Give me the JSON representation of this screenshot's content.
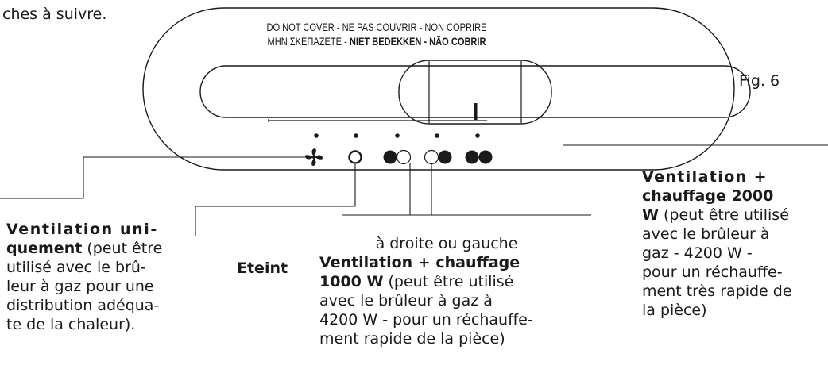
{
  "intro_fragment": "ches à suivre.",
  "figure_label": "Fig. 6",
  "device": {
    "warning_line1": "DO NOT COVER - NE PAS COUVRIR - NON COPRIRE",
    "warning_line2_normal": "MHN ΣKEΠAZETE -",
    "warning_line2_bold": "NIET BEDEKKEN - NÃO COBRIR"
  },
  "labels": {
    "fan_only_bold": "Ventilation uni-",
    "fan_only_bold2": "quement",
    "fan_only_l1": "(peut être",
    "fan_only_l2": "utilisé avec le brû-",
    "fan_only_l3": "leur à gaz pour une",
    "fan_only_l4": "distribution adéqua-",
    "fan_only_l5": "te de la chaleur).",
    "off": "Eteint",
    "heat1000_pre": "à droite ou gauche",
    "heat1000_bold1": "Ventilation + chauffage",
    "heat1000_bold2": "1000 W",
    "heat1000_l2_tail": "(peut être utilisé",
    "heat1000_l3": "avec le brûleur à gaz à",
    "heat1000_l4": "4200 W - pour un réchauffe-",
    "heat1000_l5": "ment rapide de la pièce)",
    "heat2000_bold1": "Ventilation +",
    "heat2000_bold2": "chauffage 2000",
    "heat2000_bold3": "W",
    "heat2000_l3_tail": "(peut être utilisé",
    "heat2000_l4": "avec le brûleur à",
    "heat2000_l5": "gaz - 4200 W -",
    "heat2000_l6": "pour un réchauffe-",
    "heat2000_l7": "ment très rapide de",
    "heat2000_l8": "la pièce)"
  },
  "icons": [
    "fan-icon",
    "off-circle-icon",
    "one-dot-left-icon",
    "one-dot-right-icon",
    "two-dots-icon"
  ]
}
